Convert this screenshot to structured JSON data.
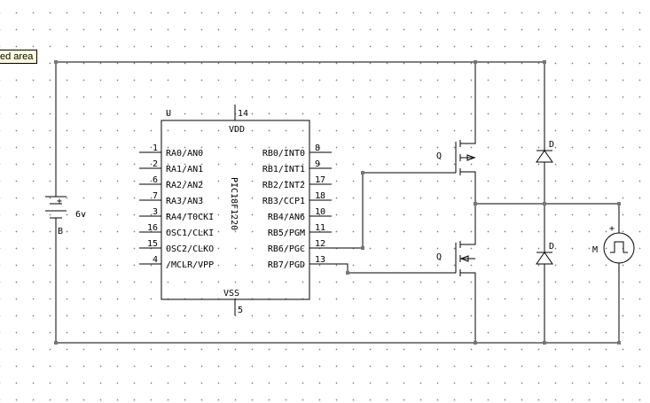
{
  "tooltip": {
    "text": "ed area"
  },
  "chip": {
    "ref": "U",
    "name": "PIC18F1220",
    "vdd_label": "VDD",
    "vss_label": "VSS",
    "vdd_pin": "14",
    "vss_pin": "5",
    "left_pins": [
      {
        "num": "1",
        "name": "RA0/AN0"
      },
      {
        "num": "2",
        "name": "RA1/AN1"
      },
      {
        "num": "6",
        "name": "RA2/AN2"
      },
      {
        "num": "7",
        "name": "RA3/AN3"
      },
      {
        "num": "3",
        "name": "RA4/T0CKI"
      },
      {
        "num": "16",
        "name": "OSC1/CLKI"
      },
      {
        "num": "15",
        "name": "OSC2/CLKO"
      },
      {
        "num": "4",
        "name": "/MCLR/VPP"
      }
    ],
    "right_pins": [
      {
        "num": "8",
        "name": "RB0/INT0"
      },
      {
        "num": "9",
        "name": "RB1/INT1"
      },
      {
        "num": "17",
        "name": "RB2/INT2"
      },
      {
        "num": "18",
        "name": "RB3/CCP1"
      },
      {
        "num": "10",
        "name": "RB4/AN6"
      },
      {
        "num": "11",
        "name": "RB5/PGM"
      },
      {
        "num": "12",
        "name": "RB6/PGC"
      },
      {
        "num": "13",
        "name": "RB7/PGD"
      }
    ]
  },
  "battery": {
    "ref": "B",
    "value": "6v",
    "plus": "+"
  },
  "mosfet_top": {
    "ref": "Q"
  },
  "mosfet_bottom": {
    "ref": "Q"
  },
  "diode_top": {
    "ref": "D"
  },
  "diode_bottom": {
    "ref": "D"
  },
  "motor": {
    "ref": "M",
    "plus": "+"
  }
}
